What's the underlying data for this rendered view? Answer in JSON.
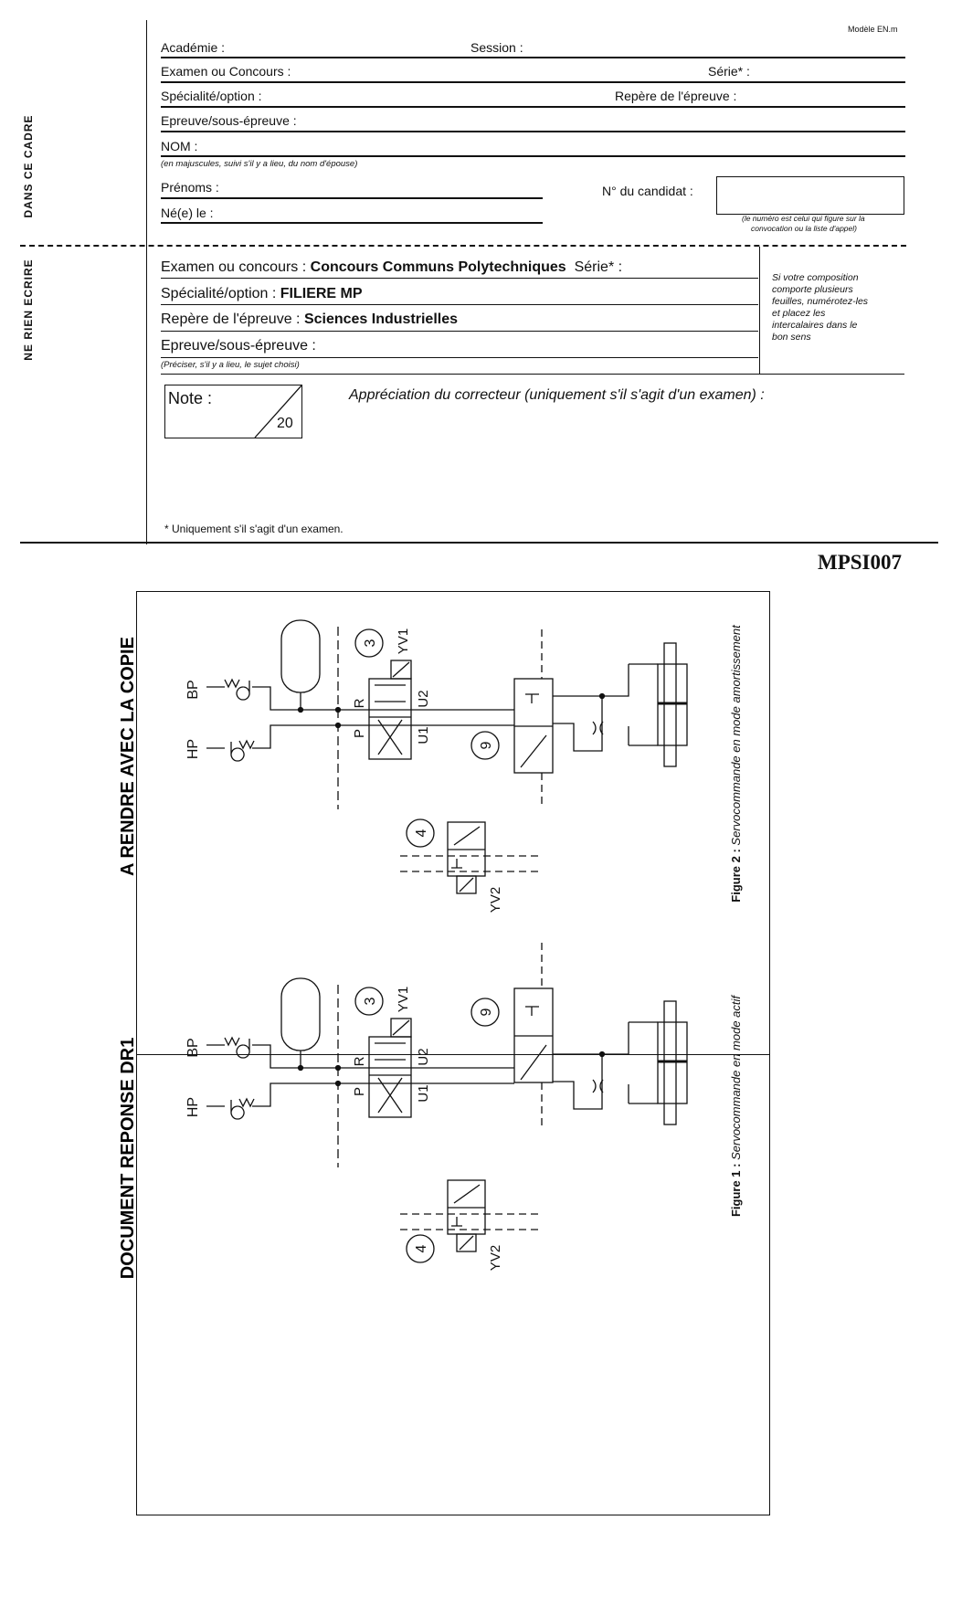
{
  "header": {
    "model": "Modèle EN.m",
    "code": "MPSI007"
  },
  "side": {
    "top": "DANS CE CADRE",
    "bottom": "NE RIEN ECRIRE"
  },
  "form_top": {
    "academie": "Académie :",
    "session": "Session :",
    "examen": "Examen ou Concours :",
    "serie": "Série* :",
    "specialite": "Spécialité/option :",
    "repere": "Repère de l'épreuve :",
    "epreuve": "Epreuve/sous-épreuve :",
    "nom": "NOM :",
    "nom_hint": "(en majuscules, suivi s'il y a lieu, du nom d'épouse)",
    "prenoms": "Prénoms :",
    "ne_le": "Né(e) le :",
    "candidat": "N° du candidat :",
    "candidat_hint_1": "(le numéro est celui qui figure sur la",
    "candidat_hint_2": "convocation ou la liste d'appel)"
  },
  "form_bottom": {
    "examen_label": "Examen ou concours :",
    "examen_value": "Concours Communs Polytechniques",
    "serie": "Série* :",
    "specialite_label": "Spécialité/option :",
    "specialite_value": "FILIERE MP",
    "repere_label": "Repère de l'épreuve :",
    "repere_value": "Sciences Industrielles",
    "epreuve": "Epreuve/sous-épreuve :",
    "epreuve_hint": "(Préciser, s'il y a lieu, le sujet choisi)",
    "side_note": [
      "Si votre composition",
      "comporte plusieurs",
      " feuilles, numérotez-les",
      "et placez les",
      "intercalaires dans le",
      "bon sens"
    ],
    "note_label": "Note :",
    "note_max": "20",
    "appreciation": "Appréciation du correcteur (uniquement s'il s'agit d'un examen) :",
    "footnote": "* Uniquement s'il s'agit d'un examen."
  },
  "document": {
    "title_top": "A RENDRE AVEC LA COPIE",
    "title_bottom": "DOCUMENT REPONSE DR1",
    "fig2": {
      "caption_num": "Figure 2 :",
      "caption": " Servocommande en mode amortissement",
      "labels": {
        "bp": "BP",
        "hp": "HP",
        "p": "P",
        "r": "R",
        "u1": "U1",
        "u2": "U2",
        "n3": "3",
        "yv1": "YV1",
        "n9": "9",
        "n4": "4",
        "yv2": "YV2"
      }
    },
    "fig1": {
      "caption_num": "Figure 1 :",
      "caption": " Servocommande en mode actif",
      "labels": {
        "bp": "BP",
        "hp": "HP",
        "p": "P",
        "r": "R",
        "u1": "U1",
        "u2": "U2",
        "n3": "3",
        "yv1": "YV1",
        "n9": "9",
        "n4": "4",
        "yv2": "YV2"
      }
    }
  }
}
